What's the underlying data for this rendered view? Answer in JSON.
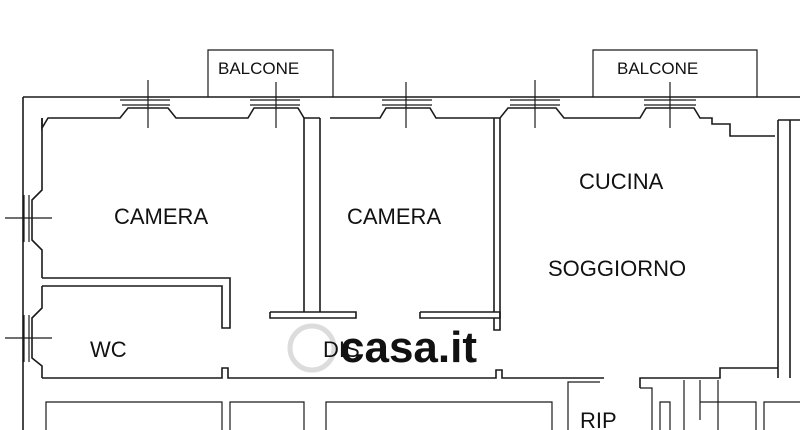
{
  "rooms": {
    "camera_left": "CAMERA",
    "camera_center": "CAMERA",
    "cucina": "CUCINA",
    "soggiorno": "SOGGIORNO",
    "wc": "WC",
    "dis": "DIS",
    "rip": "RIP"
  },
  "balconies": {
    "left": "BALCONE",
    "right": "BALCONE"
  },
  "watermark": "casa.it",
  "colors": {
    "line": "#1a1a1a",
    "watermark": "#d9d9d9",
    "background": "#ffffff"
  }
}
